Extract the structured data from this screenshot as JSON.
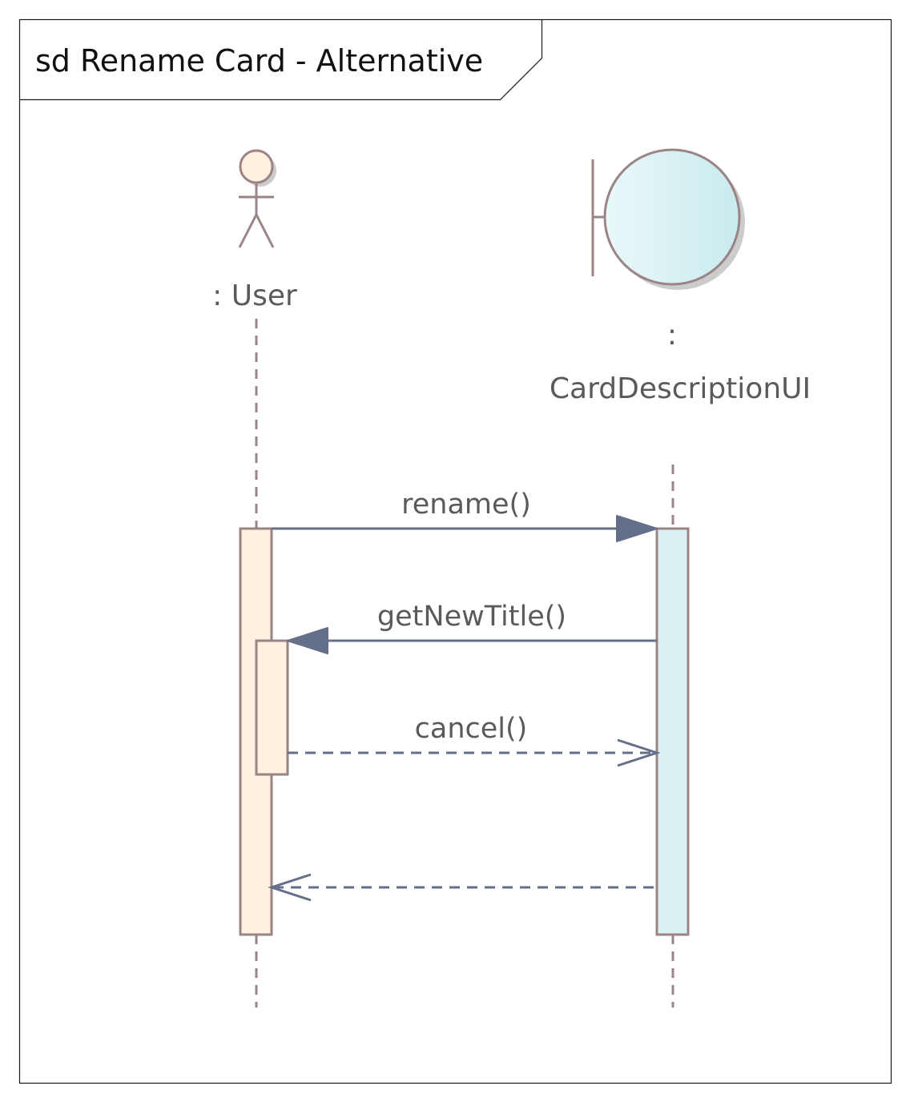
{
  "diagram": {
    "frame_title": "sd Rename Card - Alternative",
    "lifelines": [
      {
        "id": "user",
        "kind": "actor",
        "label": ": User",
        "fill": "#FEF1DF"
      },
      {
        "id": "ui",
        "kind": "boundary",
        "label_line1": ":",
        "label_line2": "CardDescriptionUI",
        "fill": "#DAF2F3"
      }
    ],
    "messages": [
      {
        "label": "rename()",
        "from": "user",
        "to": "ui",
        "style": "synchronous"
      },
      {
        "label": "getNewTitle()",
        "from": "ui",
        "to": "user",
        "style": "synchronous"
      },
      {
        "label": "cancel()",
        "from": "user",
        "to": "ui",
        "style": "reply"
      },
      {
        "label": "",
        "from": "ui",
        "to": "user",
        "style": "reply"
      }
    ],
    "colors": {
      "outline": "#9A8486",
      "arrow": "#646F89",
      "actor_fill": "#FEF1DF",
      "boundary_fill": "#D6F0F1"
    }
  }
}
